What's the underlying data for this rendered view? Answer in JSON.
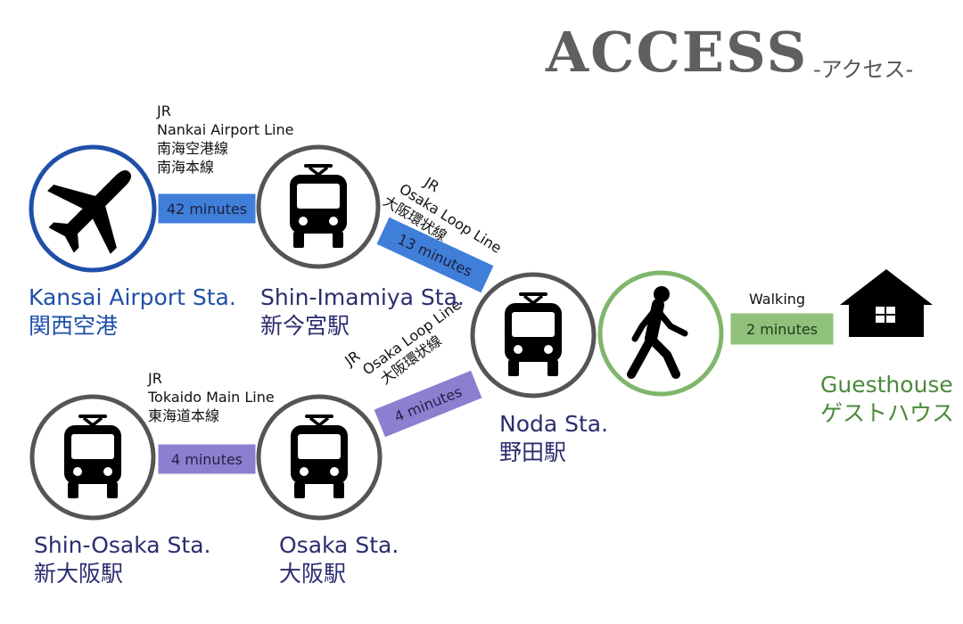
{
  "header": {
    "title": "ACCESS",
    "subtitle": "-アクセス-"
  },
  "stations": {
    "kansai": {
      "en": "Kansai Airport Sta.",
      "ja": "関西空港"
    },
    "imamiya": {
      "en": "Shin-Imamiya Sta.",
      "ja": "新今宮駅"
    },
    "noda": {
      "en": "Noda Sta.",
      "ja": "野田駅"
    },
    "shinosaka": {
      "en": "Shin-Osaka Sta.",
      "ja": "新大阪駅"
    },
    "osaka": {
      "en": "Osaka Sta.",
      "ja": "大阪駅"
    },
    "guesthouse": {
      "en": "Guesthouse",
      "ja": "ゲストハウス"
    }
  },
  "routes": {
    "airport_line": {
      "operator": "JR",
      "line_en": "Nankai Airport Line",
      "line_ja1": "南海空港線",
      "line_ja2": "南海本線",
      "time": "42 minutes"
    },
    "loop_upper": {
      "operator": "JR",
      "line_en": "Osaka Loop Line",
      "line_ja": "大阪環状線",
      "time": "13 minutes"
    },
    "loop_lower": {
      "operator": "JR",
      "line_en": "Osaka Loop Line",
      "line_ja": "大阪環状線",
      "time": "4 minutes"
    },
    "tokaido": {
      "operator": "JR",
      "line_en": "Tokaido Main Line",
      "line_ja": "東海道本線",
      "time": "4 minutes"
    },
    "walk": {
      "mode": "Walking",
      "time": "2 minutes"
    }
  },
  "icons": {
    "kansai": "airplane-icon",
    "imamiya": "train-icon",
    "noda": "train-icon",
    "shinosaka": "train-icon",
    "osaka": "train-icon",
    "walk": "walking-person-icon",
    "guesthouse": "house-icon"
  },
  "colors": {
    "airport_ring": "#1f4fa8",
    "station_ring": "#555555",
    "walk_ring": "#7fb66b",
    "blue_bar": "#3f7fd9",
    "purple_bar": "#8c7fd0",
    "green_bar": "#8fc17a",
    "blue_text": "#1f4fa8",
    "navy_text": "#2b2d6e",
    "green_text": "#4a8a3a"
  }
}
